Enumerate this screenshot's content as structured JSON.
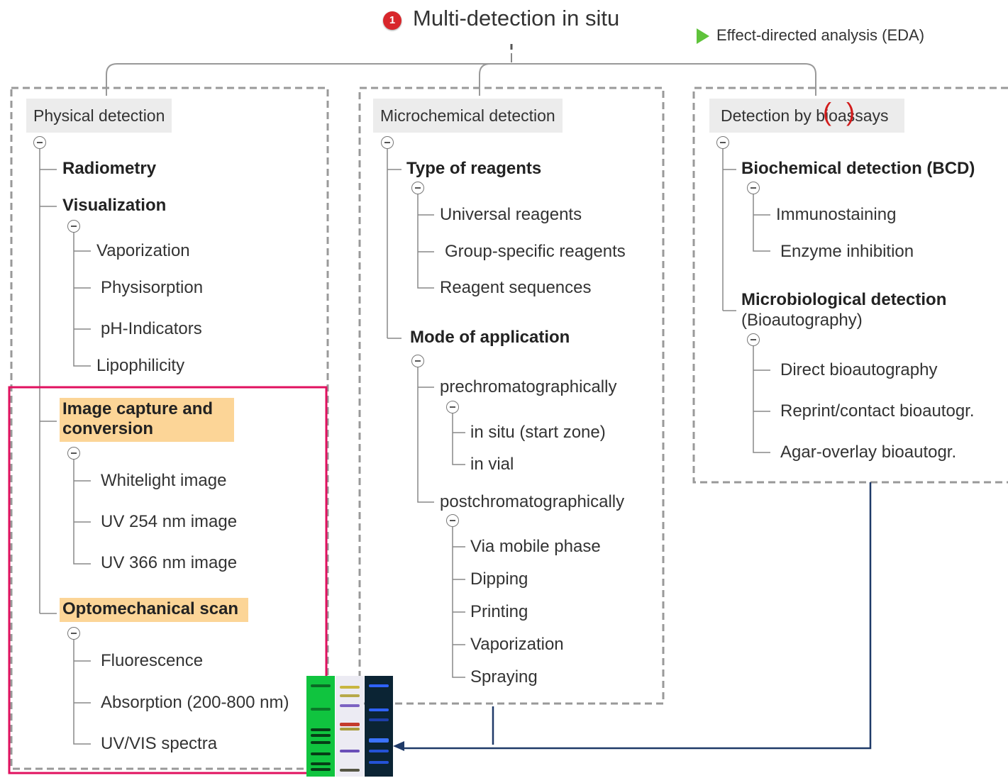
{
  "title": "Multi-detection in situ",
  "title_badge": "1",
  "eda_label": "Effect-directed analysis (EDA)",
  "eda_arrow_icon": "green-arrow-icon",
  "accent_colors": {
    "frame": "#e0115f",
    "highlight": "#fcd597",
    "arrow": "#1f3a68",
    "badge": "#d8262b",
    "eda_arrow": "#5fc33b"
  },
  "columns": {
    "physical": {
      "heading": "Physical detection",
      "radiometry": "Radiometry",
      "visualization": "Visualization",
      "visualization_items": [
        "Vaporization",
        "Physisorption",
        "pH-Indicators",
        "Lipophilicity"
      ],
      "image_capture": "Image capture and conversion",
      "image_capture_items": [
        "Whitelight image",
        "UV 254 nm image",
        "UV 366 nm image"
      ],
      "optomechanical": "Optomechanical scan",
      "optomechanical_items": [
        "Fluorescence",
        "Absorption (200-800 nm)",
        "UV/VIS spectra"
      ]
    },
    "microchemical": {
      "heading": "Microchemical detection",
      "type_of_reagents": "Type of reagents",
      "reagent_items": [
        "Universal reagents",
        "Group-specific reagents",
        "Reagent sequences"
      ],
      "mode_of_application": "Mode of application",
      "prechromatographically": "prechromatographically",
      "pre_items": [
        "in situ (start zone)",
        "in vial"
      ],
      "postchromatographically": "postchromatographically",
      "post_items": [
        "Via mobile phase",
        "Dipping",
        "Printing",
        "Vaporization",
        "Spraying"
      ]
    },
    "bioassay": {
      "heading": "Detection by bioassays",
      "bcd": "Biochemical detection (BCD)",
      "bcd_items": [
        "Immunostaining",
        "Enzyme inhibition"
      ],
      "microbiological": "Microbiological detection",
      "microbiological_sub": "(Bioautography)",
      "micro_items": [
        "Direct bioautography",
        "Reprint/contact bioautogr.",
        "Agar-overlay bioautogr."
      ]
    }
  },
  "plate_images": [
    "green-fluorescence-plate-icon",
    "white-light-plate-icon",
    "uv366-plate-icon"
  ]
}
